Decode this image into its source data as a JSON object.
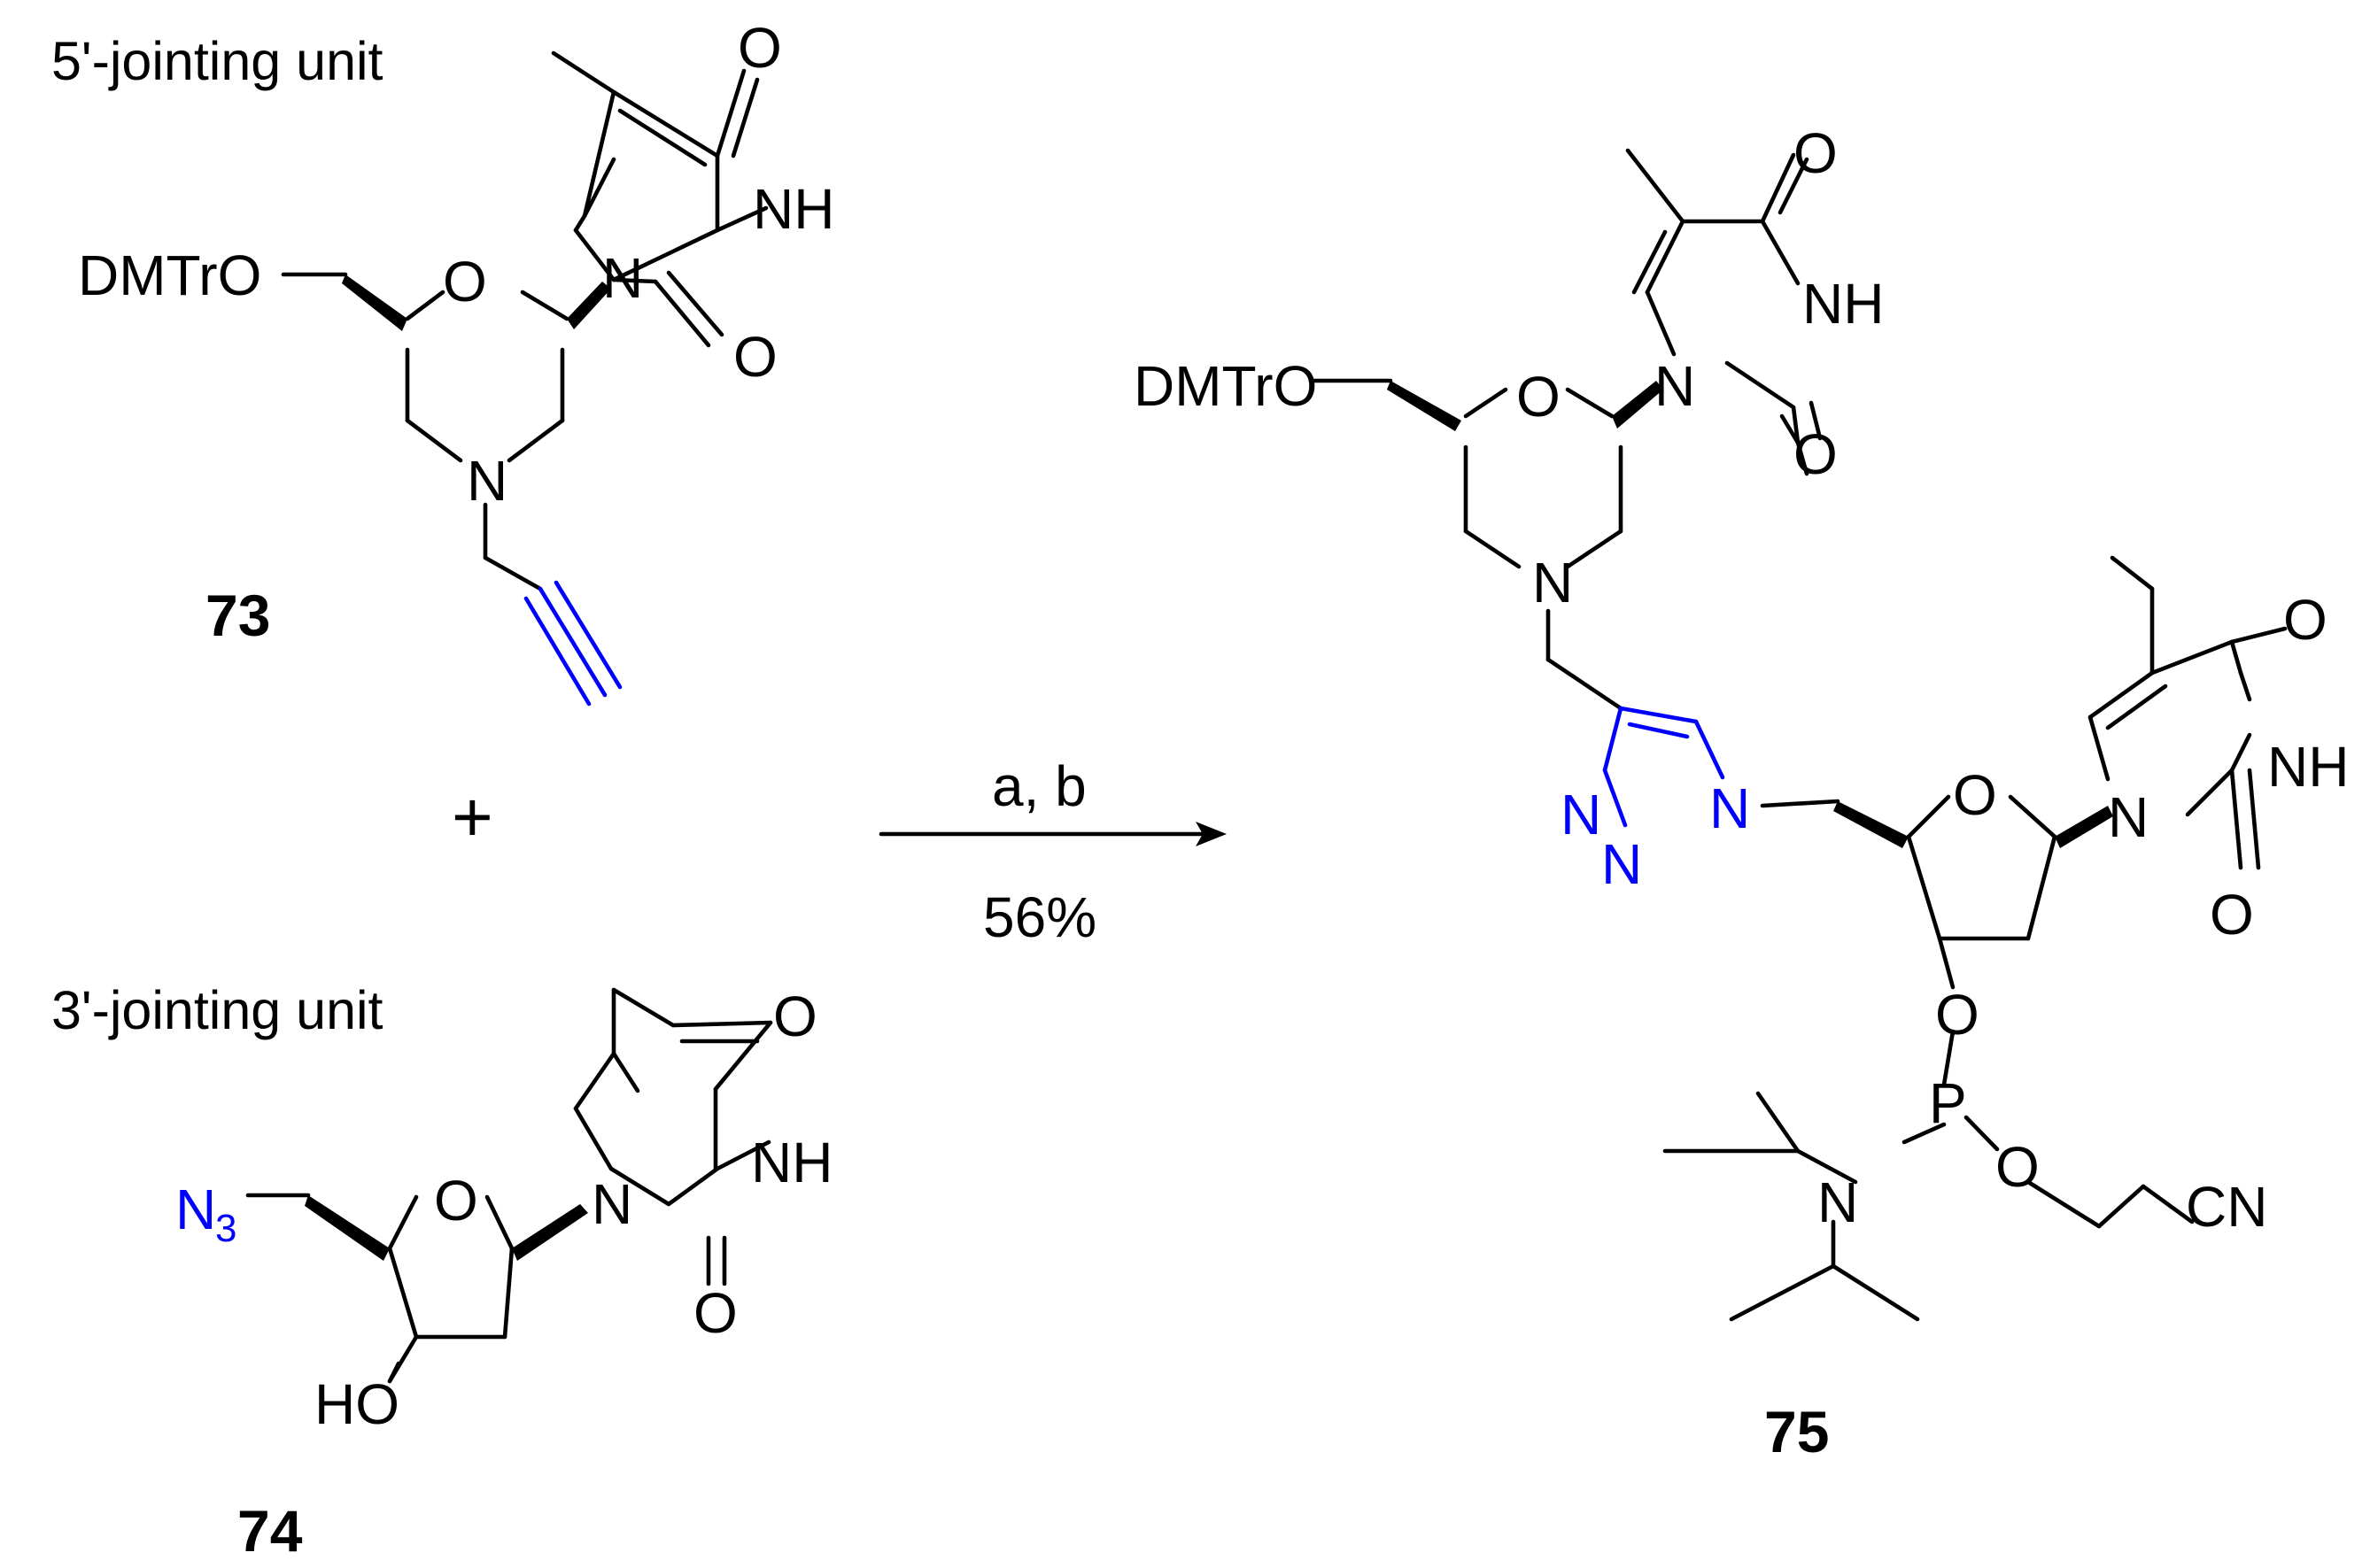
{
  "reactants": {
    "top": {
      "caption": "5'-jointing unit",
      "compound_number": "73",
      "labels": {
        "o_ring": "O",
        "o_top": "O",
        "nh": "NH",
        "n": "N",
        "o_bottom": "O",
        "dmtro": "DMTrO",
        "n_morph": "N"
      }
    },
    "plus": "+",
    "bottom": {
      "caption": "3'-jointing unit",
      "compound_number": "74",
      "labels": {
        "n3_main": "N",
        "n3_sub": "3",
        "o_ring": "O",
        "n": "N",
        "o_top": "O",
        "nh": "NH",
        "o_bottom": "O",
        "ho": "HO"
      }
    }
  },
  "arrow": {
    "reagents": "a, b",
    "yield": "56%"
  },
  "product": {
    "compound_number": "75",
    "labels": {
      "o_top": "O",
      "nh_top": "NH",
      "dmtro": "DMTrO",
      "o_morph": "O",
      "n_top": "N",
      "o_top2": "O",
      "n_morph": "N",
      "o_thy2": "O",
      "nh2": "NH",
      "n_tri1": "N",
      "n_tri2": "N",
      "n_tri3": "N",
      "o_furan": "O",
      "n_thy2": "N",
      "o_thy2b": "O",
      "o_ester": "O",
      "p": "P",
      "n_amine": "N",
      "o_p2": "O",
      "cn": "CN"
    }
  },
  "colors": {
    "highlight": "#0000ff",
    "bonds": "#000000"
  }
}
